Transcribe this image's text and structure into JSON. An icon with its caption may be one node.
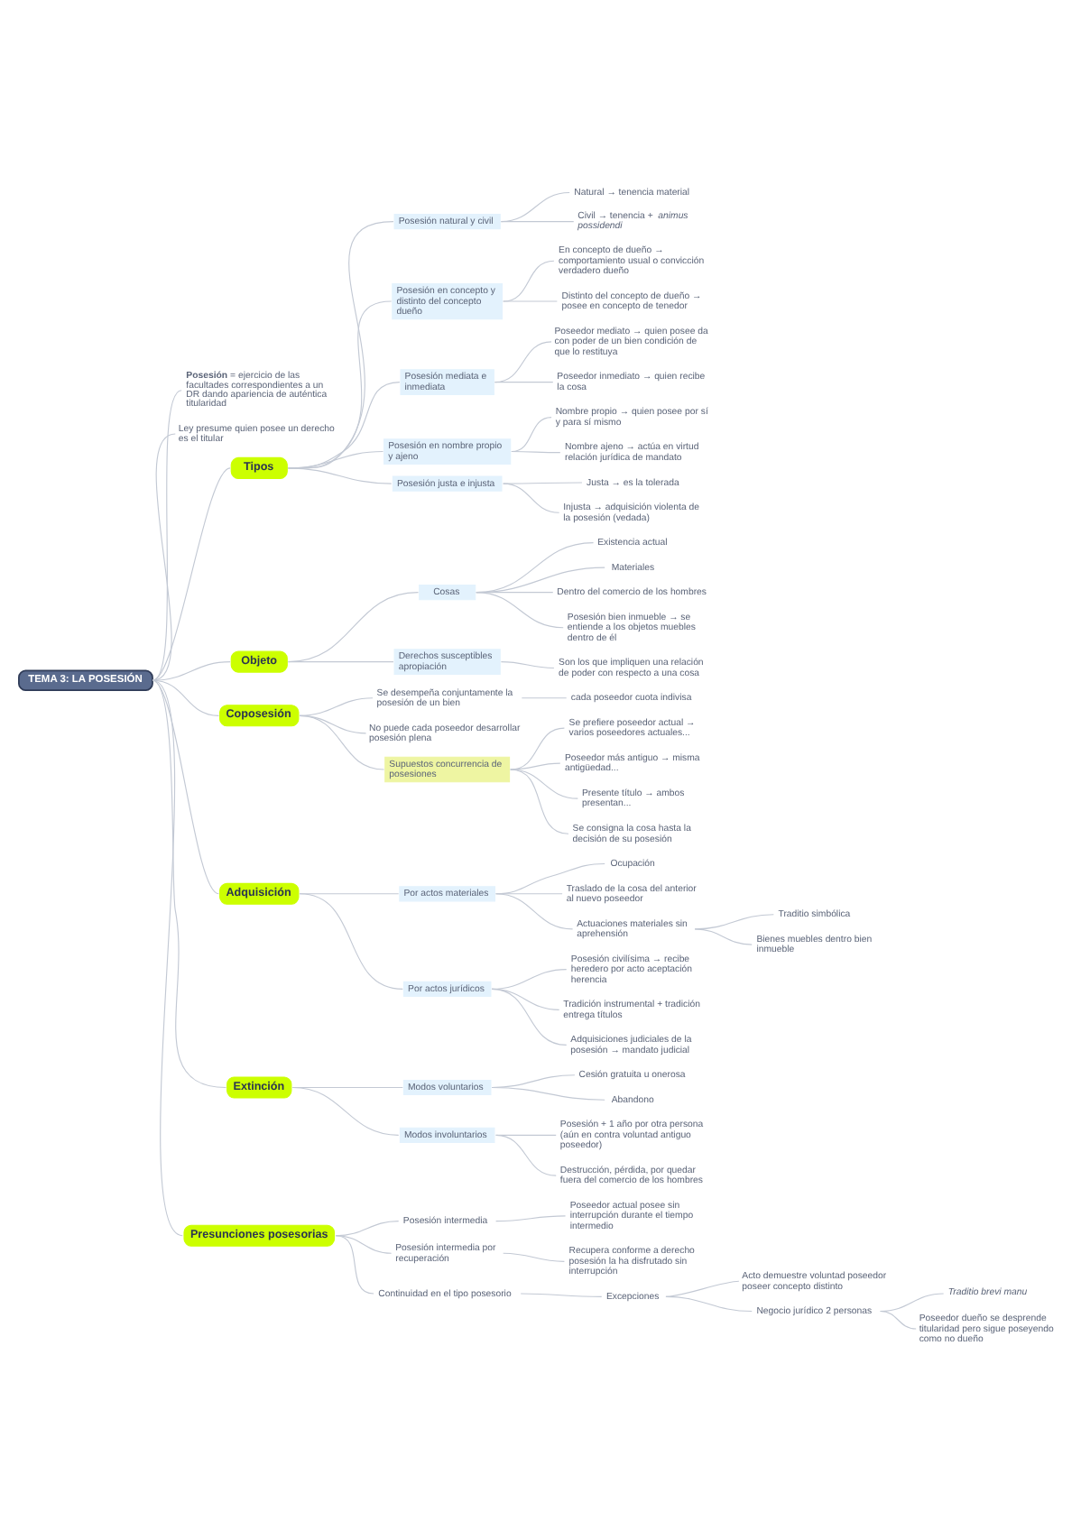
{
  "diagram": {
    "nodes": [
      {
        "text": [
          "TEMA 3: LA POSESIÓN"
        ]
      },
      {
        "text": [
          "**Posesión** = ejercicio de las facultades correspondientes a un DR dando apariencia de auténtica titularidad"
        ]
      },
      {
        "text": [
          "Ley presume quien posee un derecho es el titular"
        ]
      },
      {
        "text": [
          "Tipos"
        ]
      },
      {
        "text": [
          "Posesión natural y civil"
        ]
      },
      {
        "text": [
          "Natural → tenencia material"
        ]
      },
      {
        "text": [
          "Civil → tenencia + *animus possidendi*"
        ]
      },
      {
        "text": [
          "Posesión en concepto y distinto del concepto dueño"
        ]
      },
      {
        "text": [
          "En concepto de dueño → comportamiento usual o convicción verdadero dueño"
        ]
      },
      {
        "text": [
          "Distinto del concepto de dueño → posee en concepto de tenedor"
        ]
      },
      {
        "text": [
          "Posesión mediata e inmediata"
        ]
      },
      {
        "text": [
          "Poseedor mediato → quien posee da con poder de un bien condición de que lo restituya"
        ]
      },
      {
        "text": [
          "Poseedor inmediato → quien recibe la cosa"
        ]
      },
      {
        "text": [
          "Posesión en nombre propio y ajeno"
        ]
      },
      {
        "text": [
          "Nombre propio → quien posee por sí y para sí mismo"
        ]
      },
      {
        "text": [
          "Nombre ajeno → actúa en virtud relación jurídica de mandato"
        ]
      },
      {
        "text": [
          "Posesión justa e injusta"
        ]
      },
      {
        "text": [
          "Justa → es la tolerada"
        ]
      },
      {
        "text": [
          "Injusta → adquisición violenta de la posesión (vedada)"
        ]
      },
      {
        "text": [
          "Objeto"
        ]
      },
      {
        "text": [
          "Cosas"
        ]
      },
      {
        "text": [
          "Existencia actual"
        ]
      },
      {
        "text": [
          "Materiales"
        ]
      },
      {
        "text": [
          "Dentro del comercio de los hombres"
        ]
      },
      {
        "text": [
          "Posesión bien inmueble → se entiende a los objetos muebles dentro de él"
        ]
      },
      {
        "text": [
          "Derechos susceptibles apropiación"
        ]
      },
      {
        "text": [
          "Son los que impliquen una relación de poder con respecto a una cosa"
        ]
      },
      {
        "text": [
          "Coposesión"
        ]
      },
      {
        "text": [
          "Se desempeña conjuntamente la posesión de un bien"
        ]
      },
      {
        "text": [
          "cada poseedor cuota indivisa"
        ]
      },
      {
        "text": [
          "No puede cada poseedor desarrollar posesión plena"
        ]
      },
      {
        "text": [
          "Supuestos concurrencia de posesiones"
        ]
      },
      {
        "text": [
          "Se prefiere poseedor actual → varios poseedores actuales..."
        ]
      },
      {
        "text": [
          "Poseedor más antiguo → misma antigüedad..."
        ]
      },
      {
        "text": [
          "Presente título → ambos presentan..."
        ]
      },
      {
        "text": [
          "Se consigna la cosa hasta la decisión de su posesión"
        ]
      },
      {
        "text": [
          "Adquisición"
        ]
      },
      {
        "text": [
          "Por actos materiales"
        ]
      },
      {
        "text": [
          "Ocupación"
        ]
      },
      {
        "text": [
          "Traslado de la cosa del anterior al nuevo poseedor"
        ]
      },
      {
        "text": [
          "Actuaciones materiales sin aprehensión"
        ]
      },
      {
        "text": [
          "Traditio simbólica"
        ]
      },
      {
        "text": [
          "Bienes muebles dentro bien inmueble"
        ]
      },
      {
        "text": [
          "Por actos jurídicos"
        ]
      },
      {
        "text": [
          "Posesión civilísima → recibe heredero por acto aceptación herencia"
        ]
      },
      {
        "text": [
          "Tradición instrumental + tradición entrega títulos"
        ]
      },
      {
        "text": [
          "Adquisiciones judiciales de la posesión → mandato judicial"
        ]
      },
      {
        "text": [
          "Extinción"
        ]
      },
      {
        "text": [
          "Modos voluntarios"
        ]
      },
      {
        "text": [
          "Cesión gratuita u onerosa"
        ]
      },
      {
        "text": [
          "Abandono"
        ]
      },
      {
        "text": [
          "Modos involuntarios"
        ]
      },
      {
        "text": [
          "Posesión + 1 año por otra persona (aún en contra voluntad antiguo poseedor)"
        ]
      },
      {
        "text": [
          "Destrucción, pérdida, por quedar fuera del comercio de los hombres"
        ]
      },
      {
        "text": [
          "Presunciones posesorias"
        ]
      },
      {
        "text": [
          "Posesión intermedia"
        ]
      },
      {
        "text": [
          "Poseedor actual posee sin interrupción durante el tiempo intermedio"
        ]
      },
      {
        "text": [
          "Posesión intermedia por recuperación"
        ]
      },
      {
        "text": [
          "Recupera conforme a derecho posesión la ha disfrutado sin interrupción"
        ]
      },
      {
        "text": [
          "Continuidad en el tipo posesorio"
        ]
      },
      {
        "text": [
          "Excepciones"
        ]
      },
      {
        "text": [
          "Acto demuestre voluntad poseedor poseer concepto distinto"
        ]
      },
      {
        "text": [
          "Negocio jurídico 2 personas"
        ]
      },
      {
        "text": [
          "Traditio brevi manu"
        ]
      },
      {
        "text": [
          "Poseedor dueño se desprende titularidad pero sigue poseyendo como no dueño"
        ]
      }
    ],
    "edges": [
      {
        "from": 0,
        "to": 1,
        "arrow": "none"
      },
      {
        "from": 0,
        "to": 2,
        "arrow": "none"
      },
      {
        "from": 0,
        "to": 3,
        "arrow": "none"
      },
      {
        "from": 3,
        "to": 4,
        "arrow": "none"
      },
      {
        "from": 4,
        "to": 5,
        "arrow": "none"
      },
      {
        "from": 4,
        "to": 6,
        "arrow": "none"
      },
      {
        "from": 3,
        "to": 7,
        "arrow": "none"
      },
      {
        "from": 7,
        "to": 8,
        "arrow": "none"
      },
      {
        "from": 7,
        "to": 9,
        "arrow": "none"
      },
      {
        "from": 3,
        "to": 10,
        "arrow": "none"
      },
      {
        "from": 10,
        "to": 11,
        "arrow": "none"
      },
      {
        "from": 10,
        "to": 12,
        "arrow": "none"
      },
      {
        "from": 3,
        "to": 13,
        "arrow": "none"
      },
      {
        "from": 13,
        "to": 14,
        "arrow": "none"
      },
      {
        "from": 13,
        "to": 15,
        "arrow": "none"
      },
      {
        "from": 3,
        "to": 16,
        "arrow": "none"
      },
      {
        "from": 16,
        "to": 17,
        "arrow": "none"
      },
      {
        "from": 16,
        "to": 18,
        "arrow": "none"
      },
      {
        "from": 0,
        "to": 19,
        "arrow": "none"
      },
      {
        "from": 19,
        "to": 20,
        "arrow": "none"
      },
      {
        "from": 20,
        "to": 21,
        "arrow": "none"
      },
      {
        "from": 20,
        "to": 22,
        "arrow": "none"
      },
      {
        "from": 20,
        "to": 23,
        "arrow": "none"
      },
      {
        "from": 20,
        "to": 24,
        "arrow": "none"
      },
      {
        "from": 19,
        "to": 25,
        "arrow": "none"
      },
      {
        "from": 25,
        "to": 26,
        "arrow": "none"
      },
      {
        "from": 0,
        "to": 27,
        "arrow": "none"
      },
      {
        "from": 27,
        "to": 28,
        "arrow": "none"
      },
      {
        "from": 28,
        "to": 29,
        "arrow": "none"
      },
      {
        "from": 27,
        "to": 30,
        "arrow": "none"
      },
      {
        "from": 27,
        "to": 31,
        "arrow": "none"
      },
      {
        "from": 31,
        "to": 32,
        "arrow": "none"
      },
      {
        "from": 31,
        "to": 33,
        "arrow": "none"
      },
      {
        "from": 31,
        "to": 34,
        "arrow": "none"
      },
      {
        "from": 31,
        "to": 35,
        "arrow": "none"
      },
      {
        "from": 0,
        "to": 36,
        "arrow": "none"
      },
      {
        "from": 36,
        "to": 37,
        "arrow": "none"
      },
      {
        "from": 37,
        "to": 38,
        "arrow": "none"
      },
      {
        "from": 37,
        "to": 39,
        "arrow": "none"
      },
      {
        "from": 37,
        "to": 40,
        "arrow": "none"
      },
      {
        "from": 40,
        "to": 41,
        "arrow": "none"
      },
      {
        "from": 40,
        "to": 42,
        "arrow": "none"
      },
      {
        "from": 36,
        "to": 43,
        "arrow": "none"
      },
      {
        "from": 43,
        "to": 44,
        "arrow": "none"
      },
      {
        "from": 43,
        "to": 45,
        "arrow": "none"
      },
      {
        "from": 43,
        "to": 46,
        "arrow": "none"
      },
      {
        "from": 0,
        "to": 47,
        "arrow": "none"
      },
      {
        "from": 47,
        "to": 48,
        "arrow": "none"
      },
      {
        "from": 48,
        "to": 49,
        "arrow": "none"
      },
      {
        "from": 48,
        "to": 50,
        "arrow": "none"
      },
      {
        "from": 47,
        "to": 51,
        "arrow": "none"
      },
      {
        "from": 51,
        "to": 52,
        "arrow": "none"
      },
      {
        "from": 51,
        "to": 53,
        "arrow": "none"
      },
      {
        "from": 0,
        "to": 54,
        "arrow": "none"
      },
      {
        "from": 54,
        "to": 55,
        "arrow": "none"
      },
      {
        "from": 55,
        "to": 56,
        "arrow": "none"
      },
      {
        "from": 54,
        "to": 57,
        "arrow": "none"
      },
      {
        "from": 57,
        "to": 58,
        "arrow": "none"
      },
      {
        "from": 54,
        "to": 59,
        "arrow": "none"
      },
      {
        "from": 59,
        "to": 60,
        "arrow": "none"
      },
      {
        "from": 60,
        "to": 61,
        "arrow": "none"
      },
      {
        "from": 60,
        "to": 62,
        "arrow": "none"
      },
      {
        "from": 62,
        "to": 63,
        "arrow": "none"
      },
      {
        "from": 62,
        "to": 64,
        "arrow": "none"
      }
    ]
  }
}
